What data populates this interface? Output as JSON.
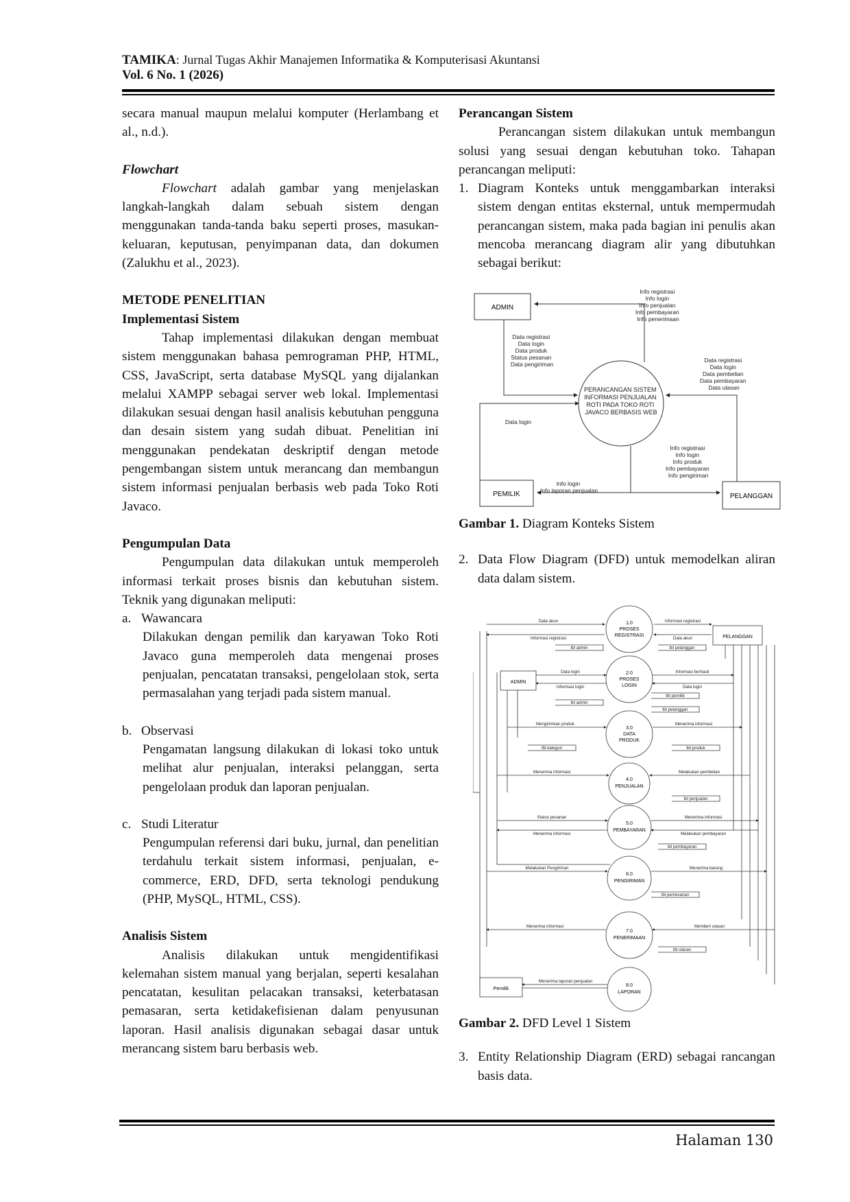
{
  "header": {
    "journal_abbr": "TAMIKA",
    "journal_name": ": Jurnal Tugas Akhir Manajemen Informatika & Komputerisasi Akuntansi",
    "volume": "Vol. 6 No. 1 (2026)"
  },
  "left": {
    "p0": "secara manual maupun melalui komputer (Herlambang et al., n.d.).",
    "flowchart_title": "Flowchart",
    "flowchart_term": "Flowchart",
    "flowchart_text": " adalah gambar yang menjelaskan langkah-langkah dalam sebuah sistem dengan menggunakan tanda-tanda baku seperti proses, masukan-keluaran, keputusan, penyimpanan data, dan dokumen (Zalukhu et al., 2023).",
    "metode_title": "METODE PENELITIAN",
    "impl_title": "Implementasi Sistem",
    "impl_text": "Tahap implementasi dilakukan dengan membuat sistem menggunakan bahasa pemrograman PHP, HTML, CSS, JavaScript, serta database MySQL yang dijalankan melalui XAMPP sebagai server web lokal. Implementasi dilakukan sesuai dengan hasil analisis kebutuhan pengguna dan desain sistem yang sudah dibuat. Penelitian ini menggunakan pendekatan deskriptif dengan metode pengembangan sistem untuk merancang dan membangun sistem informasi penjualan berbasis web pada Toko Roti Javaco.",
    "pengumpulan_title": "Pengumpulan Data",
    "pengumpulan_text": "Pengumpulan data dilakukan untuk memperoleh informasi terkait proses bisnis dan kebutuhan sistem. Teknik yang digunakan meliputi:",
    "items": [
      {
        "marker": "a.",
        "title": "Wawancara",
        "text": "Dilakukan dengan pemilik dan karyawan Toko Roti Javaco guna memperoleh data mengenai proses penjualan, pencatatan transaksi, pengelolaan stok, serta permasalahan yang terjadi pada sistem manual."
      },
      {
        "marker": "b.",
        "title": "Observasi",
        "text": "Pengamatan langsung dilakukan di lokasi toko untuk melihat alur penjualan, interaksi pelanggan, serta pengelolaan produk dan laporan penjualan."
      },
      {
        "marker": "c.",
        "title": "Studi Literatur",
        "text": "Pengumpulan referensi dari buku, jurnal, dan penelitian terdahulu terkait sistem informasi, penjualan, e-commerce, ERD, DFD, serta teknologi pendukung (PHP, MySQL, HTML, CSS)."
      }
    ],
    "analisis_title": "Analisis Sistem",
    "analisis_text": "Analisis dilakukan untuk mengidentifikasi kelemahan sistem manual yang berjalan, seperti kesalahan pencatatan, kesulitan pelacakan transaksi, keterbatasan pemasaran, serta ketidakefisienan dalam penyusunan laporan. Hasil analisis digunakan sebagai dasar untuk merancang sistem baru berbasis web."
  },
  "right": {
    "perancangan_title": "Perancangan Sistem",
    "perancangan_text": "Perancangan sistem dilakukan untuk membangun solusi yang sesuai dengan kebutuhan toko. Tahapan perancangan meliputi:",
    "step1_marker": "1.",
    "step1_text": "Diagram Konteks untuk menggambarkan interaksi sistem dengan entitas eksternal, untuk mempermudah perancangan sistem, maka pada bagian ini penulis akan mencoba merancang diagram alir yang dibutuhkan sebagai berikut:",
    "fig1_label": "Gambar 1.",
    "fig1_caption": " Diagram Konteks Sistem",
    "step2_marker": "2.",
    "step2_text": "Data Flow Diagram (DFD) untuk memodelkan aliran data dalam sistem.",
    "fig2_label": "Gambar 2.",
    "fig2_caption": " DFD Level 1 Sistem",
    "step3_marker": "3.",
    "step3_text": "Entity Relationship Diagram (ERD) sebagai rancangan basis data."
  },
  "context_diagram": {
    "admin": "ADMIN",
    "pemilik": "PEMILIK",
    "pelanggan": "PELANGGAN",
    "system_lines": [
      "PERANCANGAN SISTEM",
      "INFORMASI PENJUALAN",
      "ROTI PADA TOKO ROTI",
      "JAVACO BERBASIS WEB"
    ],
    "admin_out": [
      "Info registrasi",
      "Info login",
      "Info penjualan",
      "Info pembayaran",
      "Info penerimaan"
    ],
    "admin_in": [
      "Data registrasi",
      "Data login",
      "Data produk",
      "Status pesanan",
      "Data pengiriman"
    ],
    "pelanggan_in": [
      "Data registrasi",
      "Data login",
      "Data pembelian",
      "Data pembayaran",
      "Data ulasan"
    ],
    "pemilik_in": "Data login",
    "pelanggan_out": [
      "Info registrasi",
      "Info login",
      "Info produk",
      "Info pembayaran",
      "Info pengiriman"
    ],
    "pemilik_out": [
      "Info login",
      "Info laporan penjualan"
    ]
  },
  "dfd": {
    "admin": "ADMIN",
    "pelanggan": "PELANGGAN",
    "pemilik": "Pemilik",
    "processes": [
      {
        "num": "1.0",
        "name": [
          "PROSES",
          "REGISTRASI"
        ]
      },
      {
        "num": "2.0",
        "name": [
          "PROSES",
          "LOGIN"
        ]
      },
      {
        "num": "3.0",
        "name": [
          "DATA",
          "PRODUK"
        ]
      },
      {
        "num": "4.0",
        "name": [
          "PENJUALAN"
        ]
      },
      {
        "num": "5.0",
        "name": [
          "PEMBAYARAN"
        ]
      },
      {
        "num": "6.0",
        "name": [
          "PENGIRIMAN"
        ]
      },
      {
        "num": "7.0",
        "name": [
          "PENERIMAAN"
        ]
      },
      {
        "num": "8.0",
        "name": [
          "LAPORAN"
        ]
      }
    ],
    "flows": {
      "f1a": "Data akun",
      "f1b": "Informasi registrasi",
      "f1c": "Informasi registrasi",
      "f1d": "Data akun",
      "s1a": "tbl admin",
      "s1b": "tbl pelanggan",
      "f2a": "Data login",
      "f2b": "Informasi berhasil",
      "f2c": "Informasi login",
      "f2d": "Data login",
      "s2a": "tbl pemilik",
      "s2b": "tbl admin",
      "s2c": "tbl pelanggan",
      "f3a": "Mengirimkan produk",
      "f3b": "Menerima informasi",
      "s3a": "tbl kategori",
      "s3b": "tbl produk",
      "f4a": "Menerima informasi",
      "f4b": "Melakukan pembelian",
      "s4": "tbl penjualan",
      "f5a": "Status pesanan",
      "f5b": "Menerima informasi",
      "f5c": "Menerima informasi",
      "f5d": "Melakukan pembayaran",
      "s5": "tbl pembayaran",
      "f6a": "Melakukan Pengiriman",
      "f6b": "Menerima barang",
      "s6": "tbl pemesanan",
      "f7a": "Menerima informasi",
      "f7b": "Memberi ulasan",
      "s7": "tbl ulasan",
      "f8a": "Menerima laporan penjualan"
    }
  },
  "footer": {
    "page": "Halaman 130"
  }
}
